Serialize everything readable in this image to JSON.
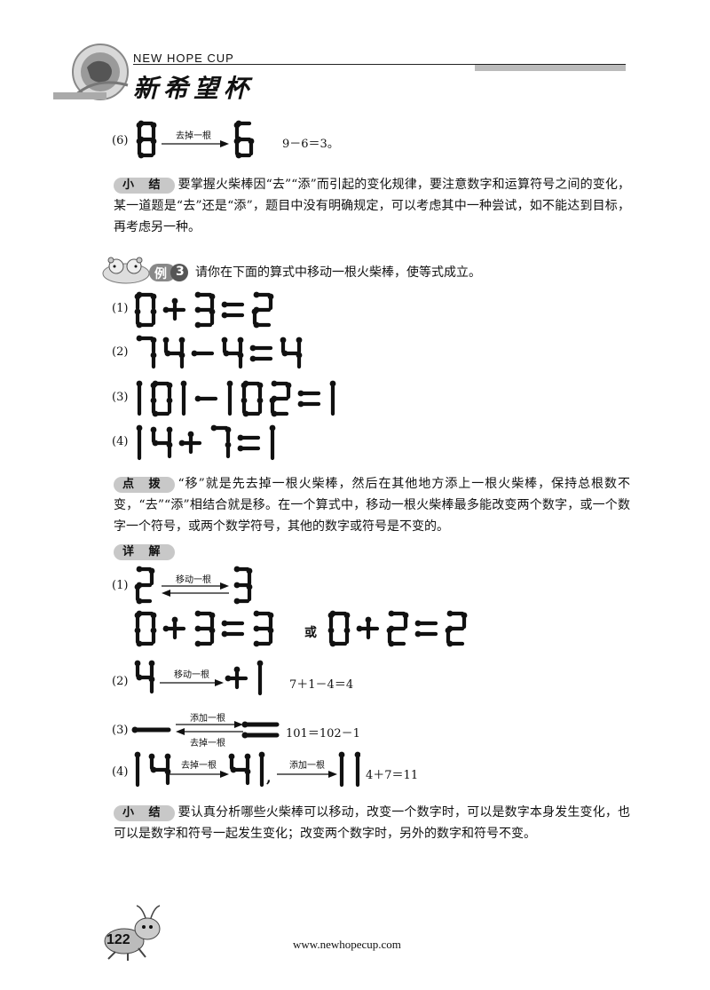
{
  "header": {
    "cup_en": "NEW HOPE CUP",
    "cup_cn": "新希望杯"
  },
  "item6": {
    "label": "(6)",
    "arrow_label": "去掉一根",
    "equation": "9－6＝3。"
  },
  "summary1": {
    "tag": "小 结",
    "text": "要掌握火柴棒因“去”“添”而引起的变化规律，要注意数字和运算符号之间的变化，某一道题是“去”还是“添”，题目中没有明确规定，可以考虑其中一种尝试，如不能达到目标，再考虑另一种。"
  },
  "example3": {
    "badge_word": "例",
    "badge_num": "3",
    "prompt": "请你在下面的算式中移动一根火柴棒，使等式成立。",
    "items": [
      {
        "label": "(1)",
        "expr": "0+3=2"
      },
      {
        "label": "(2)",
        "expr": "74-4=4"
      },
      {
        "label": "(3)",
        "expr": "101-102=1"
      },
      {
        "label": "(4)",
        "expr": "14+7=1"
      }
    ]
  },
  "hint": {
    "tag": "点 拨",
    "text": "“移”就是先去掉一根火柴棒，然后在其他地方添上一根火柴棒，保持总根数不变，“去”“添”相结合就是移。在一个算式中，移动一根火柴棒最多能改变两个数字，或一个数字一个符号，或两个数学符号，其他的数字或符号是不变的。"
  },
  "solution": {
    "tag": "详 解",
    "s1": {
      "label": "(1)",
      "arrow_label": "移动一根",
      "or_word": "或"
    },
    "s2": {
      "label": "(2)",
      "arrow_label": "移动一根",
      "equation": "7＋1－4＝4"
    },
    "s3": {
      "label": "(3)",
      "arrow_top": "添加一根",
      "arrow_bottom": "去掉一根",
      "equation": "101＝102－1"
    },
    "s4": {
      "label": "(4)",
      "arrow1": "去掉一根",
      "comma": ",",
      "arrow2": "添加一根",
      "equation": "4＋7＝11"
    }
  },
  "summary2": {
    "tag": "小 结",
    "text": "要认真分析哪些火柴棒可以移动，改变一个数字时，可以是数字本身发生变化，也可以是数字和符号一起发生变化；改变两个数字时，另外的数字和符号不变。"
  },
  "footer": {
    "page_number": "122",
    "url": "www.newhopecup.com"
  }
}
